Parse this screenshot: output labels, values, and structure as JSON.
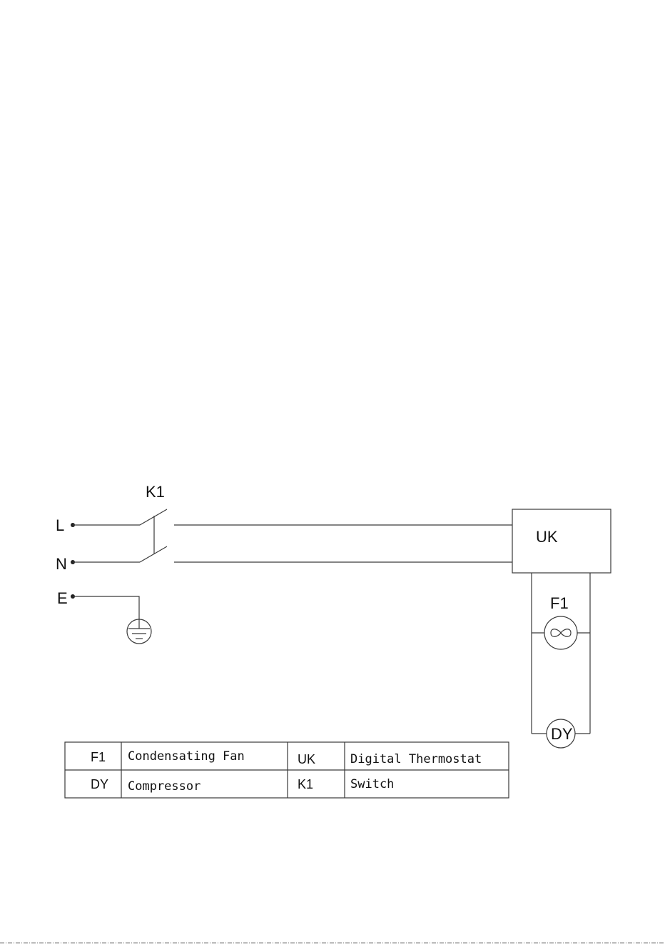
{
  "terminals": {
    "line": "L",
    "neutral": "N",
    "earth": "E"
  },
  "components": {
    "switch": "K1",
    "thermostat": "UK",
    "fan": "F1",
    "compressor": "DY"
  },
  "legend": {
    "rows": [
      {
        "code_left": "F1",
        "desc_left": "Condensating Fan",
        "code_right": "UK",
        "desc_right": "Digital Thermostat"
      },
      {
        "code_left": "DY",
        "desc_left": "Compressor",
        "code_right": "K1",
        "desc_right": "Switch"
      }
    ]
  },
  "colors": {
    "line": "#3a3a3a",
    "text": "#111111"
  }
}
